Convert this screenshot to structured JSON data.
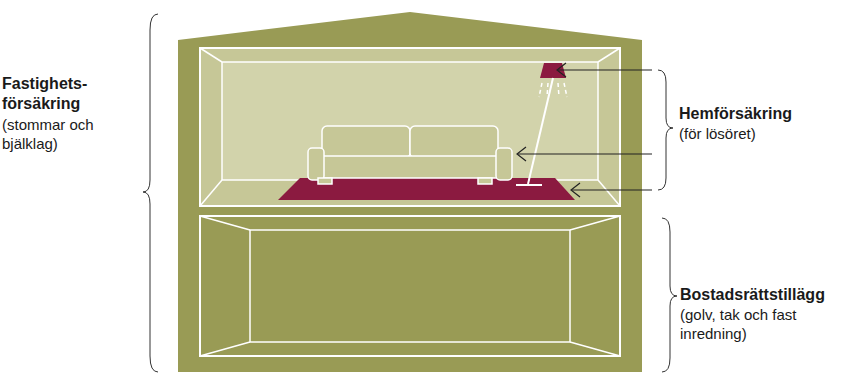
{
  "diagram": {
    "labels": [
      "Fastighets- försäkring",
      "(stommar och bjälklag)",
      "Hemförsäkring",
      "(för lösöret)",
      "Bostadsrättstillägg",
      "(golv, tak och fast inredning)"
    ]
  }
}
